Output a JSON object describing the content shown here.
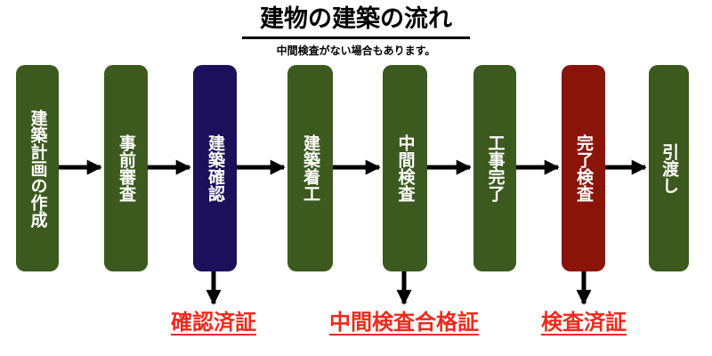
{
  "title": "建物の建築の流れ",
  "subtitle": "中間検査がない場合もあります。",
  "colors": {
    "green": "#3c5a1e",
    "navy": "#1b1059",
    "red": "#8b1409",
    "certificate": "#ee2a1d",
    "arrow": "#000000"
  },
  "steps": [
    {
      "label": "建築計画の作成",
      "color": "green"
    },
    {
      "label": "事前審査",
      "color": "green"
    },
    {
      "label": "建築確認",
      "color": "navy"
    },
    {
      "label": "建築着工",
      "color": "green"
    },
    {
      "label": "中間検査",
      "color": "green"
    },
    {
      "label": "工事完了",
      "color": "green"
    },
    {
      "label": "完了検査",
      "color": "red"
    },
    {
      "label": "引渡し",
      "color": "green"
    }
  ],
  "certificates": [
    {
      "label": "確認済証",
      "from_step": 2
    },
    {
      "label": "中間検査合格証",
      "from_step": 4
    },
    {
      "label": "検査済証",
      "from_step": 6
    }
  ]
}
